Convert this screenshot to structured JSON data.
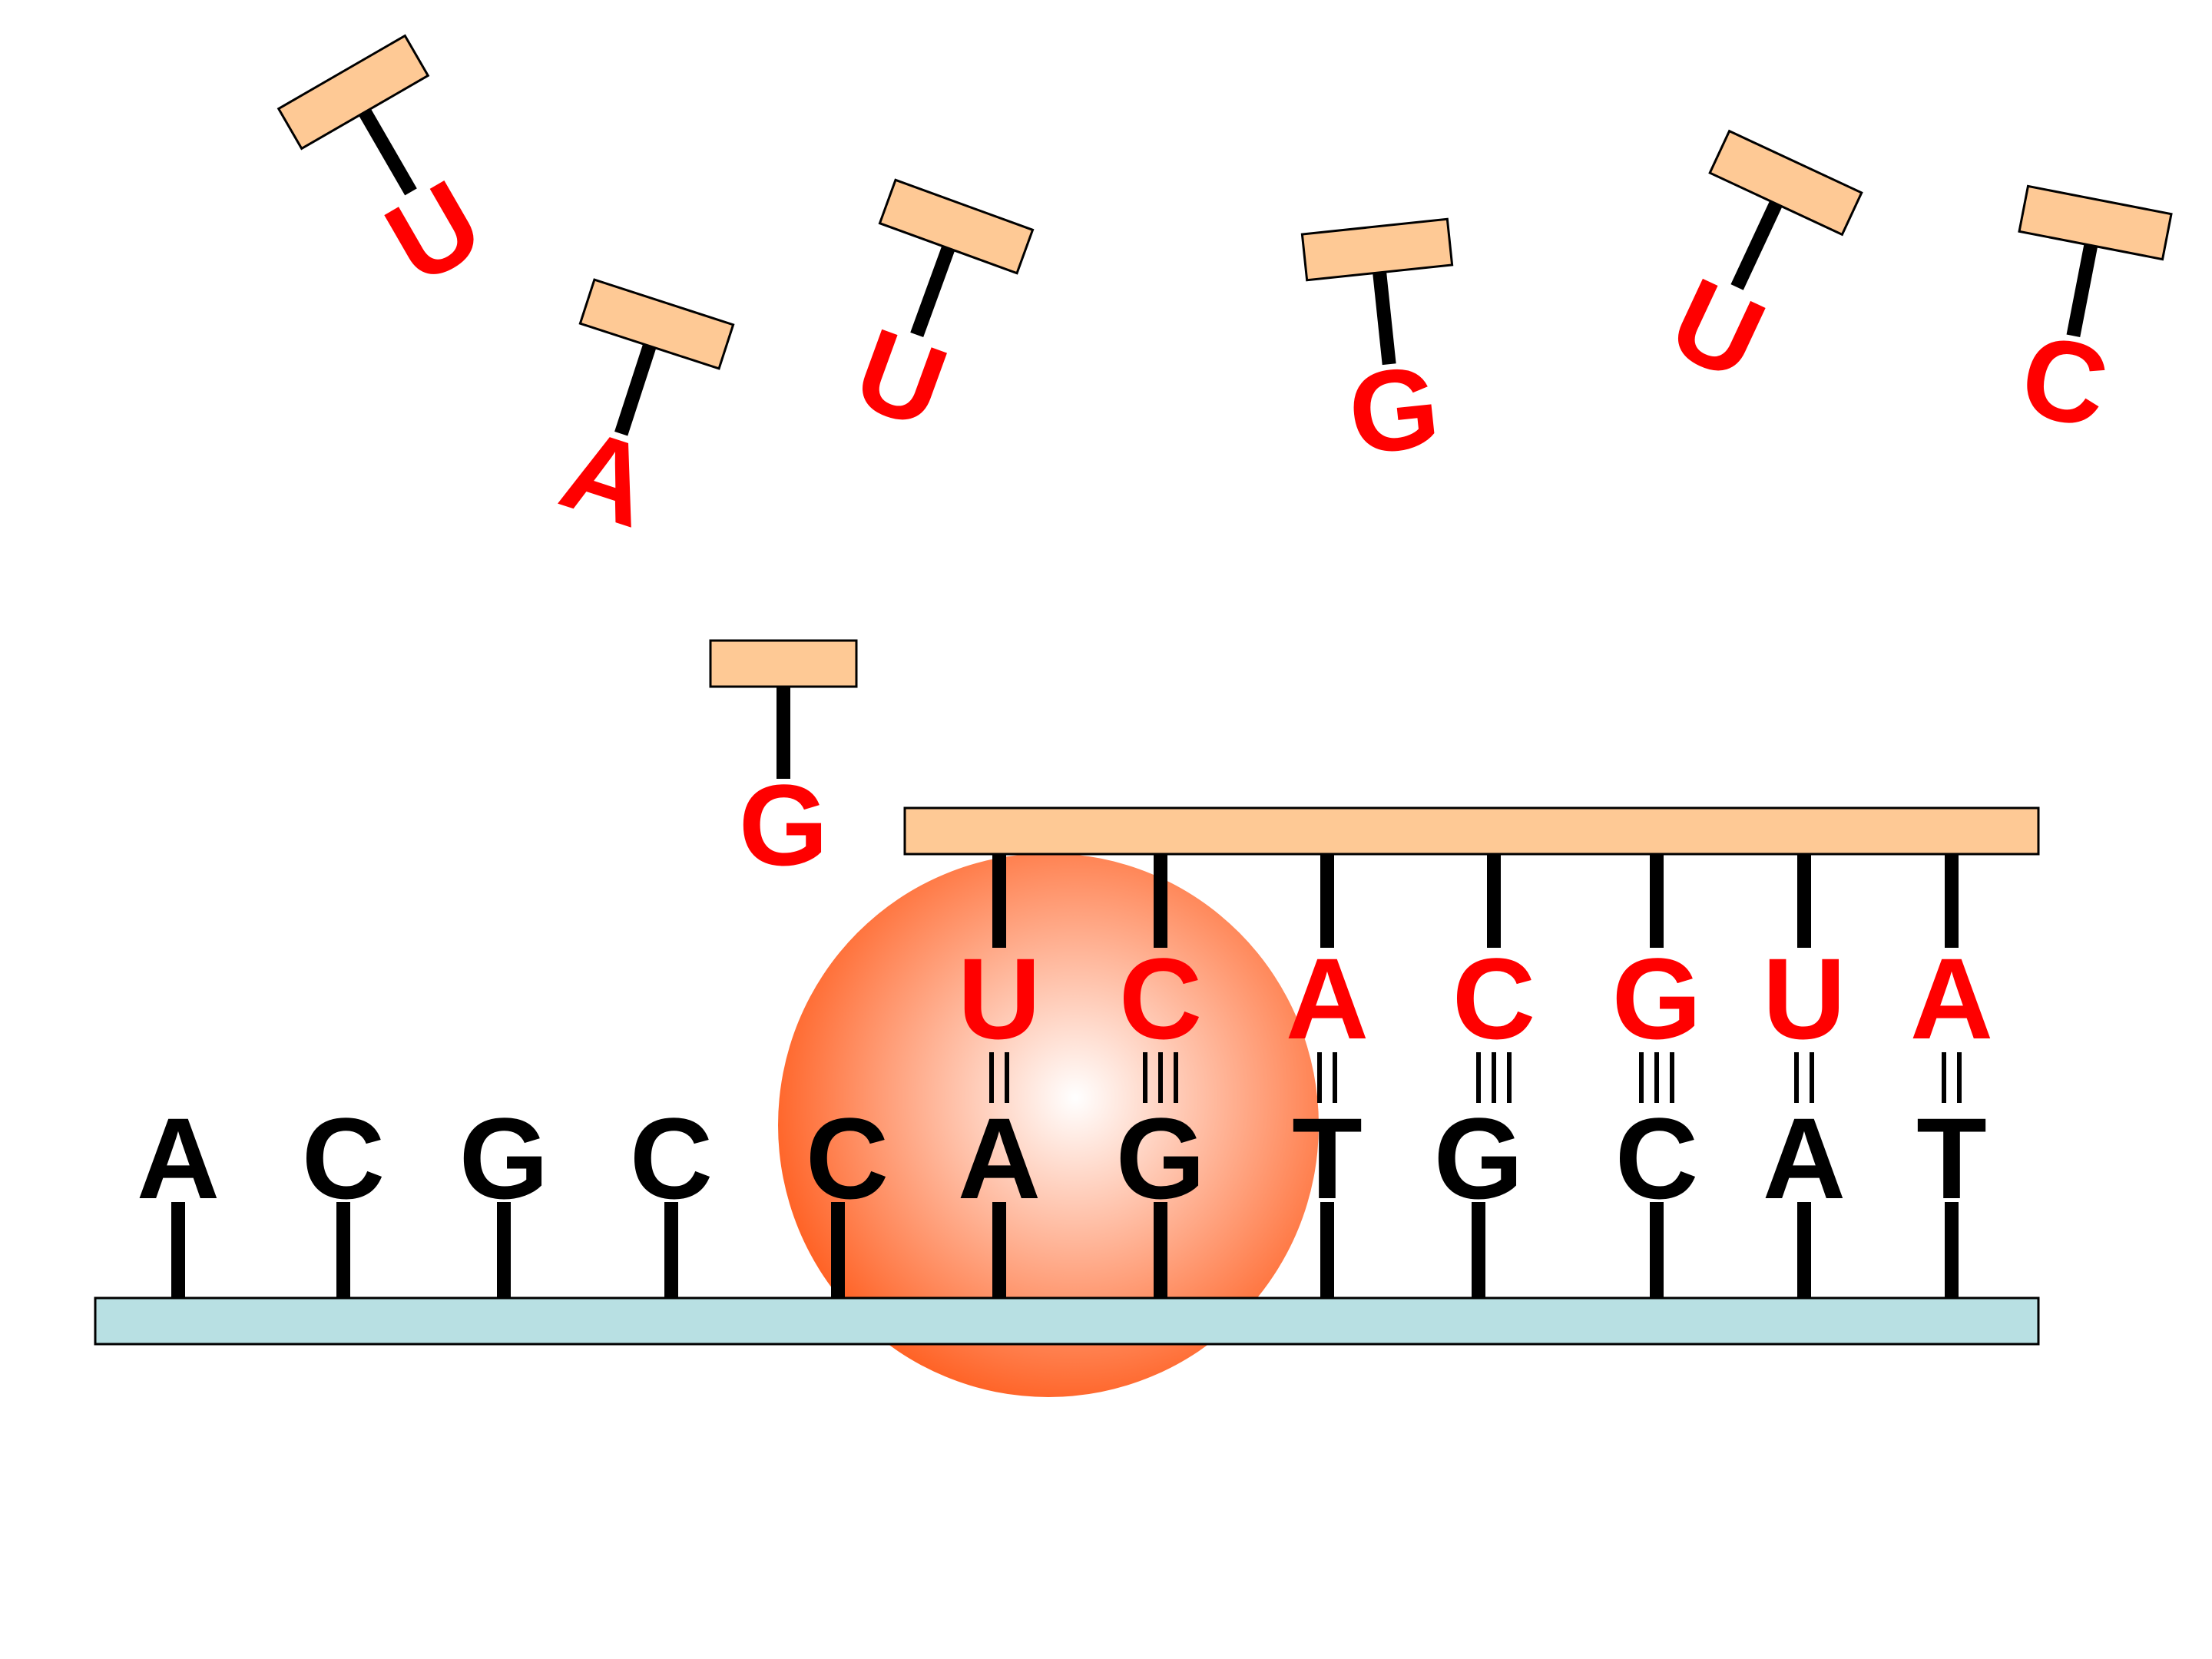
{
  "colors": {
    "background": "#ffffff",
    "rna_base": "#ff0000",
    "dna_base": "#000000",
    "rna_backbone": "#fec995",
    "dna_backbone": "#b8e0e3",
    "ribosome_center": "#ffffff",
    "ribosome_edge": "#ff5a1a",
    "stroke": "#000000"
  },
  "free_nucleotides": [
    {
      "base": "U"
    },
    {
      "base": "A"
    },
    {
      "base": "U"
    },
    {
      "base": "G"
    },
    {
      "base": "U"
    },
    {
      "base": "C"
    },
    {
      "base": "G"
    }
  ],
  "rna_strand": {
    "bases": [
      "U",
      "C",
      "A",
      "C",
      "G",
      "U",
      "A"
    ],
    "hydrogen_bonds": [
      2,
      3,
      2,
      3,
      3,
      2,
      2
    ]
  },
  "dna_strand": {
    "bases": [
      "A",
      "C",
      "G",
      "C",
      "C",
      "A",
      "G",
      "T",
      "G",
      "C",
      "A",
      "T"
    ]
  }
}
